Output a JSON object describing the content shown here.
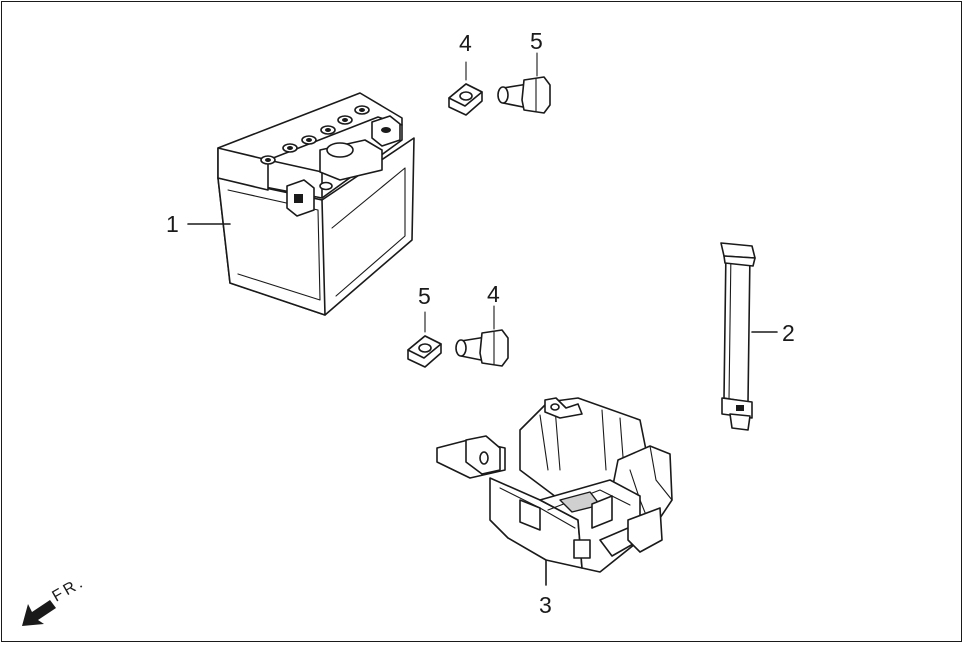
{
  "diagram": {
    "callouts": [
      {
        "id": "battery",
        "label": "1"
      },
      {
        "id": "strap",
        "label": "2"
      },
      {
        "id": "tray",
        "label": "3"
      },
      {
        "id": "bolt-top",
        "label": "4"
      },
      {
        "id": "nut-top",
        "label": "5"
      },
      {
        "id": "bolt-mid",
        "label": "4"
      },
      {
        "id": "nut-mid",
        "label": "5"
      }
    ],
    "front_indicator": {
      "label": "FR.",
      "icon": "front-arrow-icon"
    },
    "colors": {
      "line": "#1a1a1a",
      "background": "#ffffff",
      "shade": "#d0d0d0"
    }
  }
}
